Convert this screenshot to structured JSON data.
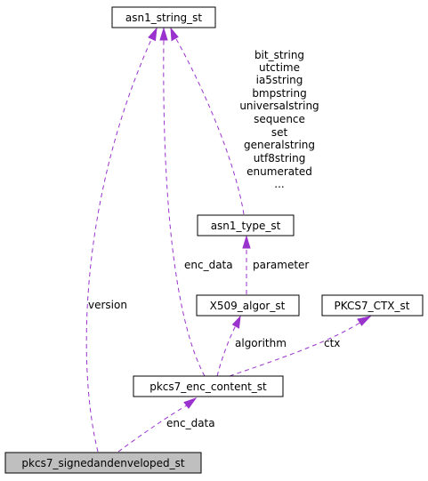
{
  "colors": {
    "edge": "#9a32cd",
    "node_fill": "#ffffff",
    "highlight_fill": "#bfbfbf",
    "border": "#000000"
  },
  "nodes": {
    "asn1_string_st": "asn1_string_st",
    "asn1_type_st": "asn1_type_st",
    "x509_algor_st": "X509_algor_st",
    "pkcs7_ctx_st": "PKCS7_CTX_st",
    "pkcs7_enc_content_st": "pkcs7_enc_content_st",
    "pkcs7_signedandenveloped_st": "pkcs7_signedandenveloped_st"
  },
  "edges": {
    "version": "version",
    "enc_data_outer": "enc_data",
    "enc_data_inner": "enc_data",
    "parameter": "parameter",
    "algorithm": "algorithm",
    "ctx": "ctx",
    "type_members": [
      "bit_string",
      "utctime",
      "ia5string",
      "bmpstring",
      "universalstring",
      "sequence",
      "set",
      "generalstring",
      "utf8string",
      "enumerated",
      "..."
    ]
  }
}
